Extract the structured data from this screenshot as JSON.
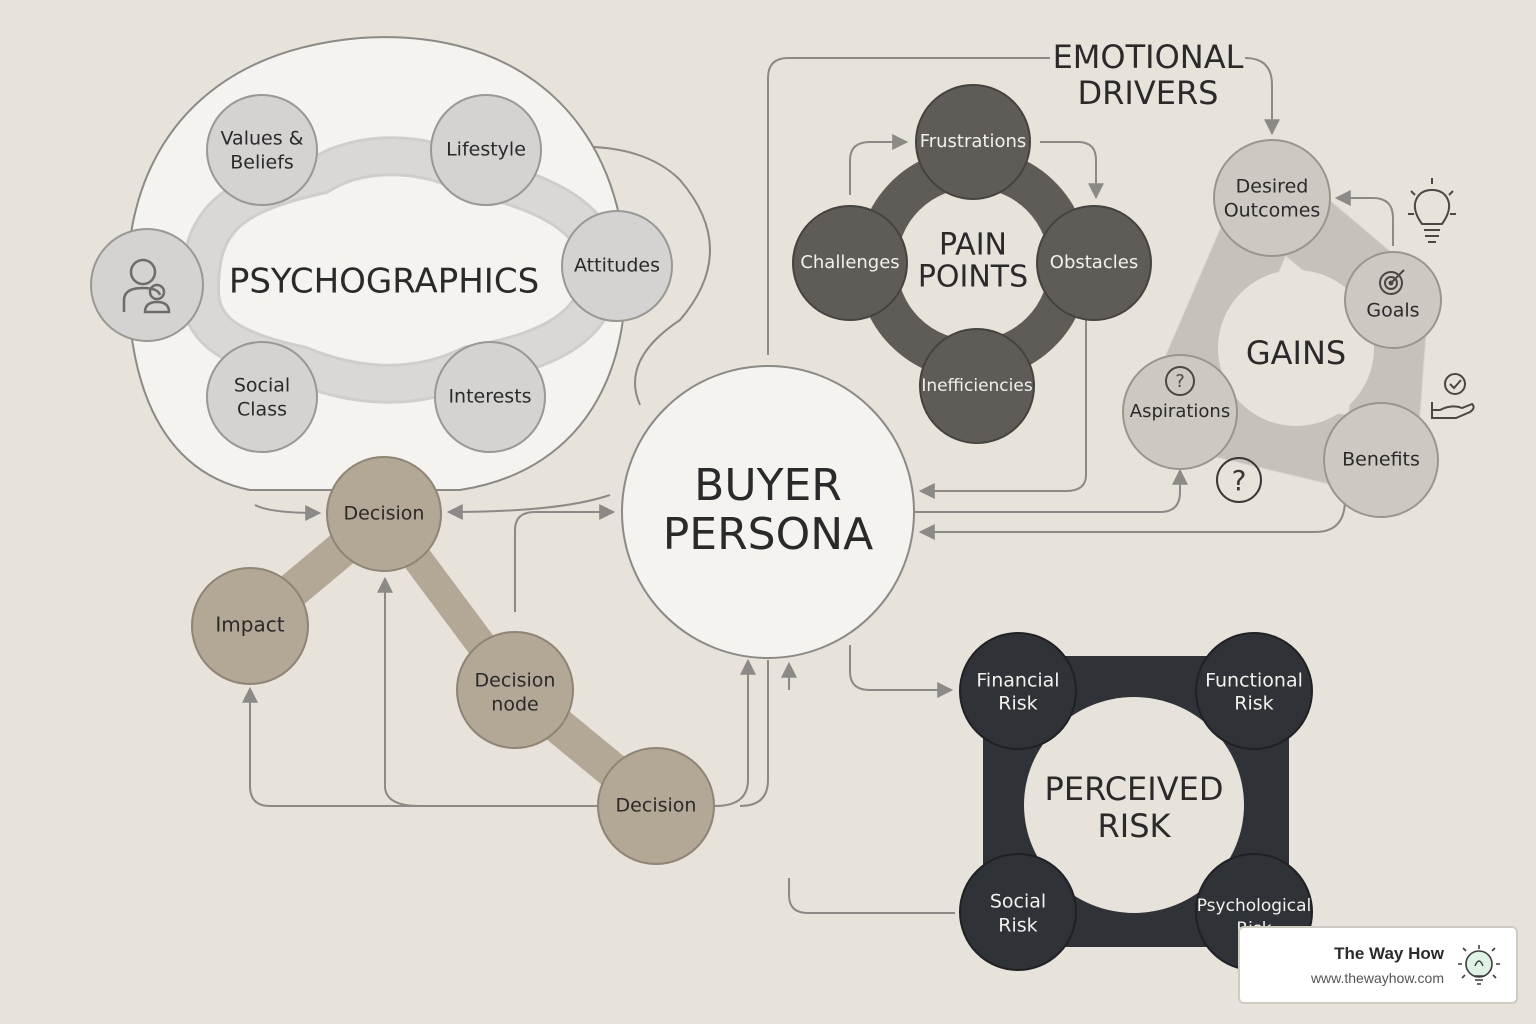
{
  "colors": {
    "background": "#e7e2da",
    "psychographics_bubble": "#f4f3ef",
    "psychographics_node": "#d4d3d1",
    "decision_node": "#b3a796",
    "pain_node": "#5f5c58",
    "gains_node": "#cdc9c2",
    "risk_node": "#2f3236",
    "connector": "#8c8a86"
  },
  "center": {
    "line1": "BUYER",
    "line2": "PERSONA"
  },
  "emotional_drivers": {
    "line1": "EMOTIONAL",
    "line2": "DRIVERS"
  },
  "psychographics": {
    "title": "PSYCHOGRAPHICS",
    "person_icon": "person-user-icon",
    "nodes": {
      "values_beliefs": {
        "line1": "Values &",
        "line2": "Beliefs"
      },
      "lifestyle": "Lifestyle",
      "attitudes": "Attitudes",
      "interests": "Interests",
      "social_class": {
        "line1": "Social",
        "line2": "Class"
      }
    }
  },
  "decision": {
    "top": "Decision",
    "impact": "Impact",
    "node": {
      "line1": "Decision",
      "line2": "node"
    },
    "bottom": "Decision"
  },
  "pain_points": {
    "title": {
      "line1": "PAIN",
      "line2": "POINTS"
    },
    "nodes": {
      "frustrations": "Frustrations",
      "challenges": "Challenges",
      "obstacles": "Obstacles",
      "inefficiencies": "Inefficiencies"
    }
  },
  "gains": {
    "title": "GAINS",
    "nodes": {
      "desired_outcomes": {
        "line1": "Desired",
        "line2": "Outcomes"
      },
      "goals": "Goals",
      "aspirations": "Aspirations",
      "benefits": "Benefits"
    },
    "icons": [
      "lightbulb-icon",
      "target-icon",
      "hand-check-icon",
      "question-icon"
    ]
  },
  "perceived_risk": {
    "title": {
      "line1": "PERCEIVED",
      "line2": "RISK"
    },
    "nodes": {
      "financial": {
        "line1": "Financial",
        "line2": "Risk"
      },
      "functional": {
        "line1": "Functional",
        "line2": "Risk"
      },
      "social": {
        "line1": "Social",
        "line2": "Risk"
      },
      "psychological": {
        "line1": "Psychological",
        "line2": "Risk"
      }
    }
  },
  "branding": {
    "name": "The Way How",
    "url": "www.thewayhow.com",
    "icon": "lightbulb-logo-icon"
  }
}
